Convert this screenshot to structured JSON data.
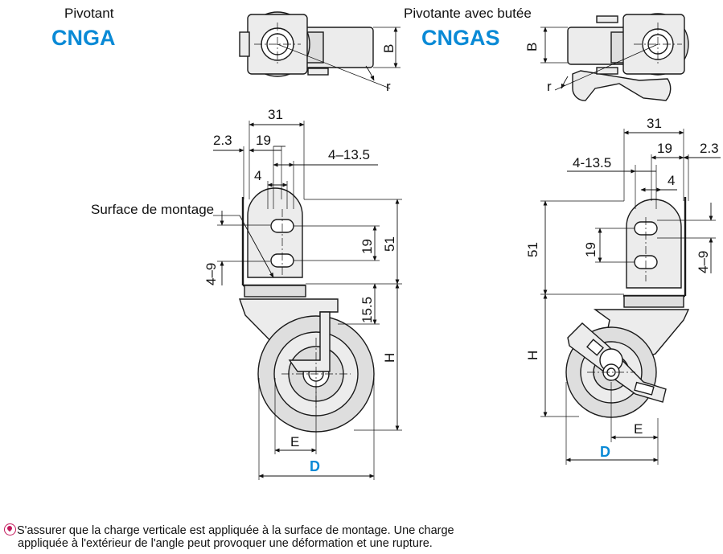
{
  "left": {
    "subtitle": "Pivotant",
    "model": "CNGA",
    "dims": {
      "d31": "31",
      "d2_3": "2.3",
      "d19": "19",
      "d4_13_5": "4–13.5",
      "d4": "4",
      "d51": "51",
      "d19v": "19",
      "d4_9": "4–9",
      "d15_5": "15.5",
      "dH": "H",
      "dE": "E",
      "dD": "D",
      "dB": "B",
      "dr": "r"
    },
    "mount_label": "Surface de montage"
  },
  "right": {
    "subtitle": "Pivotante avec butée",
    "model": "CNGAS",
    "dims": {
      "d31": "31",
      "d19": "19",
      "d2_3": "2.3",
      "d4_13_5": "4-13.5",
      "d4": "4",
      "d51": "51",
      "d19v": "19",
      "d4_9": "4–9",
      "dH": "H",
      "dE": "E",
      "dD": "D",
      "dB": "B",
      "dr": "r"
    }
  },
  "note": {
    "icon": "caution-icon",
    "line1": "S'assurer que la charge verticale est appliquée à la surface de montage. Une charge",
    "line2": "appliquée à l'extérieur de l'angle peut provoquer une déformation et une rupture."
  },
  "colors": {
    "accent": "#0a8ad6",
    "caution": "#c2185b"
  }
}
